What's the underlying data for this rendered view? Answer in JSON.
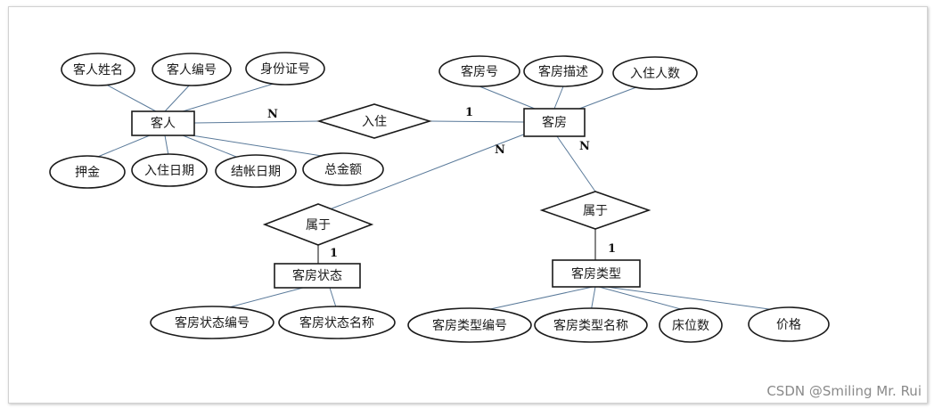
{
  "entities": {
    "guest": "客人",
    "room": "客房",
    "room_status": "客房状态",
    "room_type": "客房类型"
  },
  "relationships": {
    "check_in": "入住",
    "status_belongs": "属于",
    "type_belongs": "属于"
  },
  "attributes": {
    "guest_name": "客人姓名",
    "guest_id": "客人编号",
    "id_card": "身份证号",
    "deposit": "押金",
    "checkin_date": "入住日期",
    "checkout_date": "结帐日期",
    "total_amount": "总金额",
    "room_no": "客房号",
    "room_desc": "客房描述",
    "occupants": "入住人数",
    "status_id": "客房状态编号",
    "status_name": "客房状态名称",
    "type_id": "客房类型编号",
    "type_name": "客房类型名称",
    "beds": "床位数",
    "price": "价格"
  },
  "cardinalities": {
    "guest_checkin": "N",
    "checkin_room": "1",
    "room_status_side": "N",
    "status_side": "1",
    "room_type_side": "N",
    "type_side": "1"
  },
  "watermark": "CSDN @Smiling Mr. Rui"
}
